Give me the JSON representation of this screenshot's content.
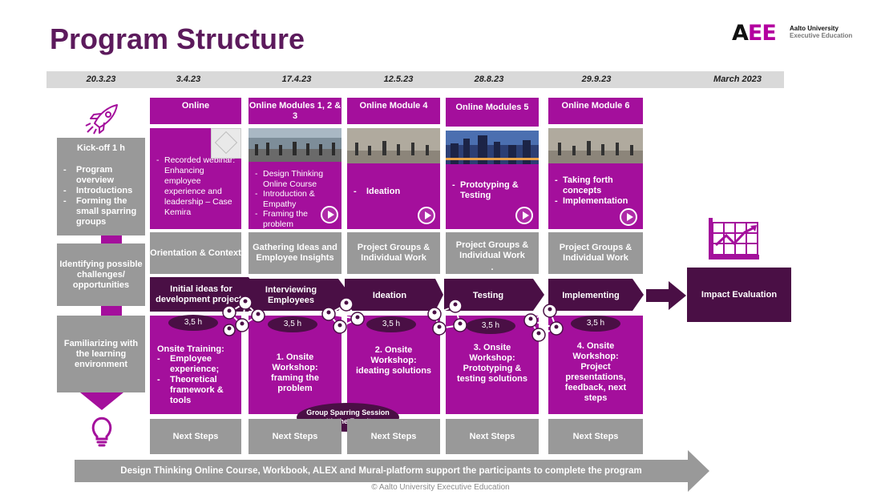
{
  "title": "Program Structure",
  "logo": {
    "mark_a": "A",
    "mark_ee": "EE",
    "line1": "Aalto University",
    "line2": "Executive Education"
  },
  "dates": [
    "20.3.23",
    "3.4.23",
    "17.4.23",
    "12.5.23",
    "28.8.23",
    "29.9.23",
    "March 2023"
  ],
  "kickoff": {
    "title": "Kick-off 1 h",
    "items": [
      "Program overview",
      "Introductions",
      "Forming the small sparring groups"
    ]
  },
  "left_boxes": {
    "identify": "Identifying possible challenges/ opportunities",
    "familiarize": "Familiarizing with the learning environment"
  },
  "modules": [
    {
      "header": "Online",
      "items": [
        "Recorded webinar: Enhancing employee experience and leadership – Case Kemira"
      ],
      "gray": "Orientation & Context",
      "arrow": "Initial ideas for development projects",
      "duration": "3,5 h",
      "onsite_title": "Onsite Training:",
      "onsite_items": [
        "Employee experience;",
        "Theoretical framework & tools"
      ],
      "next": "Next Steps"
    },
    {
      "header": "Online Modules 1, 2 & 3",
      "items": [
        "Design Thinking Online Course",
        "Introduction & Empathy",
        "Framing the problem"
      ],
      "gray": "Gathering Ideas and Employee Insights",
      "arrow": "Interviewing Employees",
      "duration": "3,5 h",
      "onsite": "1. Onsite Workshop: framing the problem",
      "next": "Next Steps"
    },
    {
      "header": "Online Module 4",
      "items": [
        "Ideation"
      ],
      "gray": "Project Groups & Individual Work",
      "arrow": "Ideation",
      "duration": "3,5 h",
      "onsite": "2. Onsite Workshop: ideating solutions",
      "next": "Next Steps"
    },
    {
      "header": "Online Modules 5",
      "items": [
        "Prototyping & Testing"
      ],
      "gray": "Project Groups & Individual Work",
      "gray_extra": ".",
      "arrow": "Testing",
      "duration": "3,5 h",
      "onsite": "3. Onsite Workshop: Prototyping & testing solutions",
      "next": "Next Steps"
    },
    {
      "header": "Online Module 6",
      "items": [
        "Taking forth concepts",
        "Implementation"
      ],
      "gray": "Project Groups & Individual Work",
      "arrow": "Implementing",
      "duration": "3,5 h",
      "onsite": "4. Onsite Workshop: Project presentations, feedback, next steps",
      "next": "Next Steps"
    }
  ],
  "group_sparring": "Group Sparring Session with the Faculty",
  "impact": "Impact Evaluation",
  "bottom_banner": "Design Thinking Online Course, Workbook, ALEX and Mural-platform support the participants to complete the program",
  "footer": "© Aalto University Executive Education",
  "icons": [
    "rocket-icon",
    "lightbulb-icon",
    "chart-icon",
    "network-icon",
    "play-icon",
    "book-cover-icon"
  ],
  "colors": {
    "purple": "#a40f9c",
    "dark_purple": "#4a0f45",
    "title": "#5c1a5c",
    "gray": "#999999"
  }
}
